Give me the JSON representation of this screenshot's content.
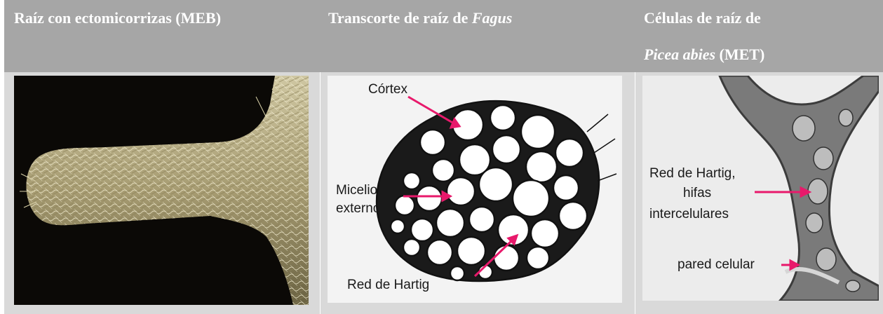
{
  "header": {
    "col1": "Raíz con ectomicorrizas (MEB)",
    "col2_text": "Transcorte de raíz de ",
    "col2_italic": "Fagus",
    "col3_line1": "Células de raíz de",
    "col3_italic": "Picea abies",
    "col3_text": " (MET)"
  },
  "panel2": {
    "cortex_label": "Córtex",
    "micelio_line1": "Micelio",
    "micelio_line2": "externo",
    "hartig_label": "Red de Hartig"
  },
  "panel3": {
    "label_line1": "Red de Hartig,",
    "label_line2": "hifas",
    "label_line3": "intercelulares",
    "pared_label": "pared celular"
  },
  "colors": {
    "header_bg": "#a6a6a6",
    "body_bg": "#d9d9d9",
    "arrow": "#e8196b"
  }
}
